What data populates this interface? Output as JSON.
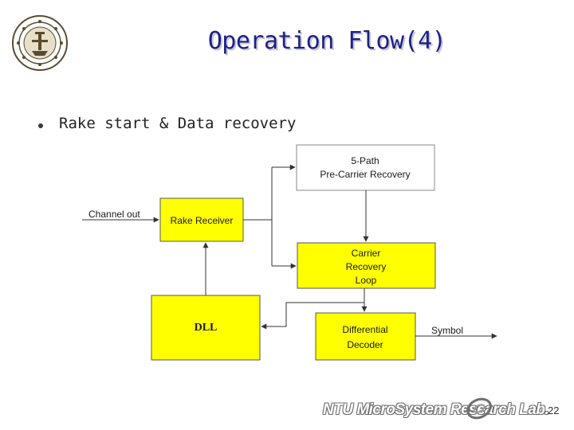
{
  "slide": {
    "title": "Operation Flow(4)",
    "bullet": "Rake start & Data recovery",
    "page_number": "22"
  },
  "footer": {
    "lab_name": "NTU MicroSystem Research Lab."
  },
  "diagram": {
    "channel_out": "Channel out",
    "rake_receiver": "Rake Receiver",
    "five_path": [
      "5-Path",
      "Pre-Carrier Recovery"
    ],
    "carrier_recovery": [
      "Carrier",
      "Recovery",
      "Loop"
    ],
    "dll": "DLL",
    "differential_decoder": [
      "Differential",
      "Decoder"
    ],
    "symbol": "Symbol"
  },
  "colors": {
    "title": "#1d1f8c",
    "block_fill": "#ffff00",
    "block_stroke": "#555555"
  }
}
